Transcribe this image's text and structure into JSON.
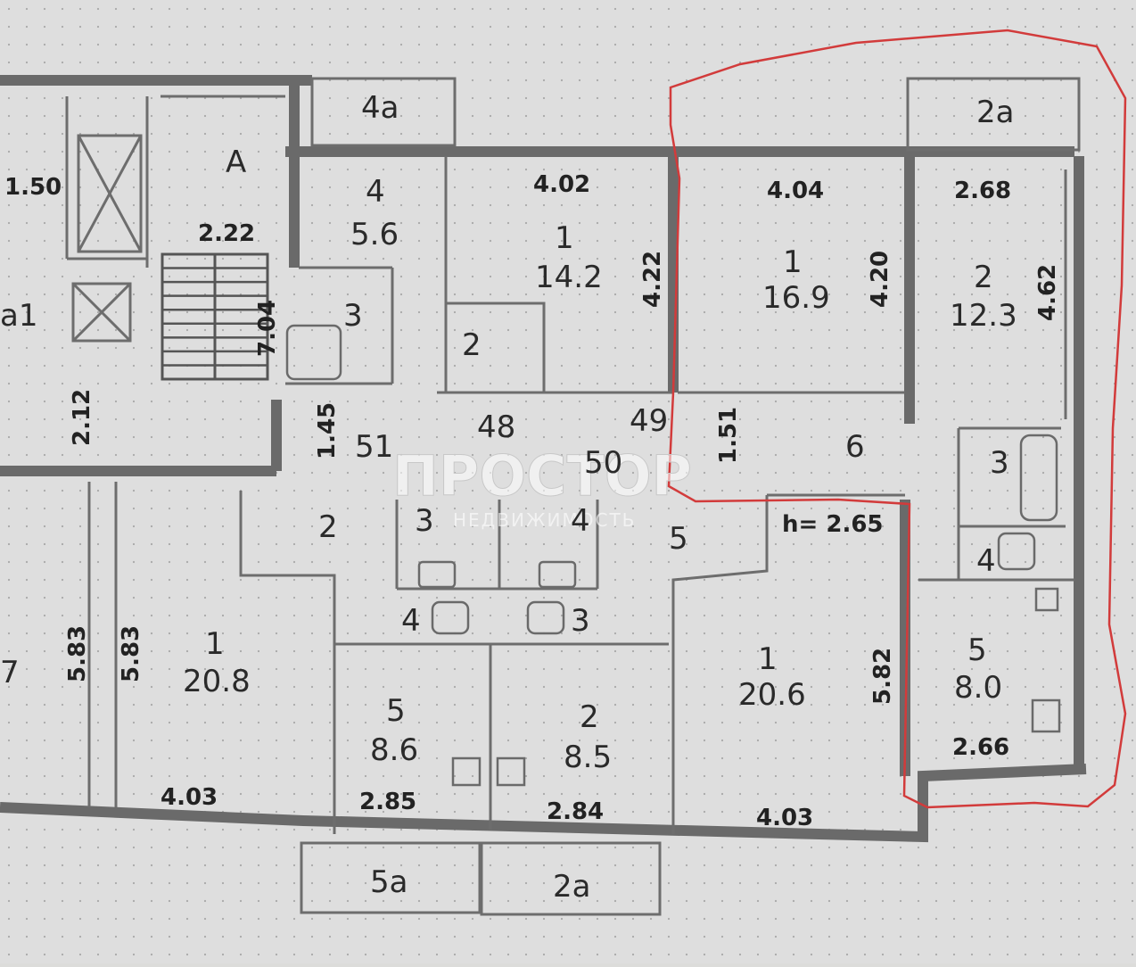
{
  "watermark": {
    "brand": "ПРОСТОР",
    "subtitle": "НЕДВИЖИМОСТЬ"
  },
  "highlight_color": "#d23b3b",
  "room_labels": {
    "r4a": "4а",
    "r2a_top": "2а",
    "r5a": "5а",
    "r2a_bottom": "2а",
    "stairs_a": "А",
    "r4": "4",
    "r4_area": "5.6",
    "r1_left": "1",
    "r1_left_area": "14.2",
    "r3_bath_top": "3",
    "r2_corr_top": "2",
    "r1_mid": "1",
    "r1_mid_area": "16.9",
    "r2_right": "2",
    "r2_right_area": "12.3",
    "r6": "6",
    "r3_right": "3",
    "r4_right": "4",
    "r5_right": "5",
    "r5_right_area": "8.0",
    "r1_big": "1",
    "r1_big_area": "20.6",
    "r5_hall": "5",
    "r2_lower": "2",
    "r3_lower": "3",
    "r4_lower": "4",
    "r4_wc": "4",
    "r3_wc": "3",
    "r5_bottom": "5",
    "r5_bottom_area": "8.6",
    "r2_bottom": "2",
    "r2_bottom_area": "8.5",
    "r1_left_big": "1",
    "r1_left_big_area": "20.8",
    "edge_a1": "a1",
    "edge_7": "7",
    "c51": "51",
    "c48": "48",
    "c50": "50",
    "c49": "49"
  },
  "dimensions": {
    "d150": "1.50",
    "d222": "2.22",
    "d704": "7.04",
    "d212": "2.12",
    "d145": "1.45",
    "d402": "4.02",
    "d422": "4.22",
    "d404": "4.04",
    "d420": "4.20",
    "d268": "2.68",
    "d462": "4.62",
    "d151": "1.51",
    "h": "h= 2.65",
    "d582": "5.82",
    "d266": "2.66",
    "d583a": "5.83",
    "d583b": "5.83",
    "d403a": "4.03",
    "d285": "2.85",
    "d284": "2.84",
    "d403b": "4.03"
  }
}
